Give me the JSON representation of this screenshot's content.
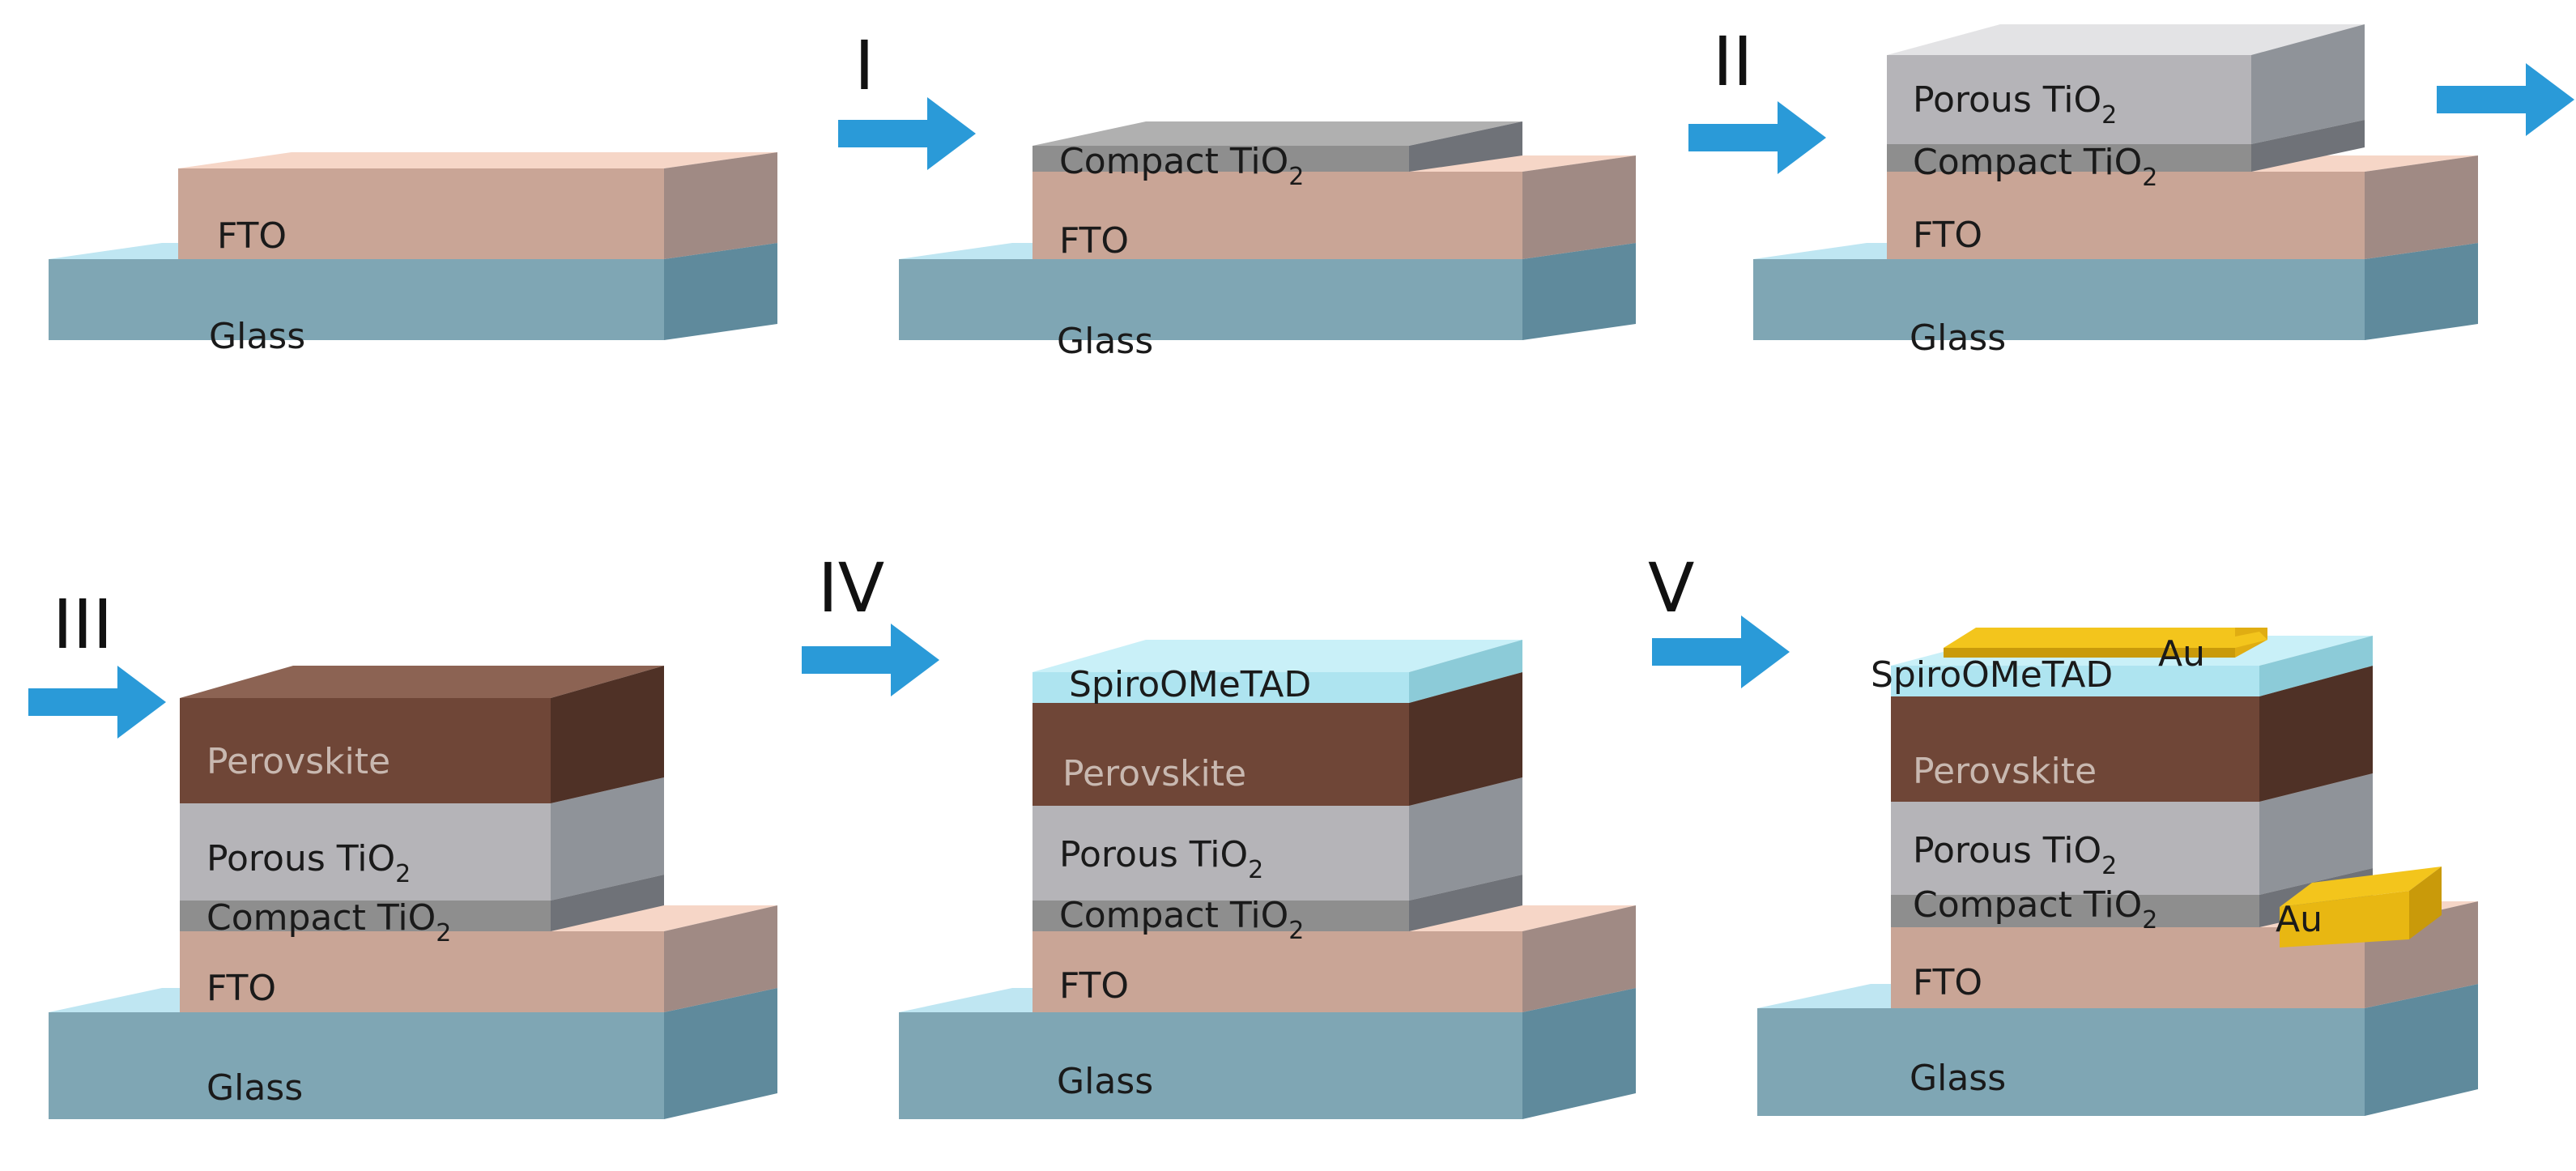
{
  "steps": [
    "I",
    "II",
    "III",
    "IV",
    "V"
  ],
  "layers": {
    "glass": "Glass",
    "fto": "FTO",
    "compact": "Compact TiO",
    "porous": "Porous TiO",
    "subscript": "2",
    "perovskite": "Perovskite",
    "spiro": "SpiroOMeTAD",
    "au": "Au"
  },
  "colors": {
    "glass_front": "#7fa6b4",
    "glass_top": "#bfe6f2",
    "glass_side": "#5f8a9c",
    "fto_front": "#c9a596",
    "fto_top": "#f6d6c7",
    "fto_side": "#a08a84",
    "compact_front": "#8e8e8e",
    "compact_top": "#b0b0b0",
    "compact_side": "#6f7278",
    "porous_front": "#b5b4b8",
    "porous_top": "#e3e3e5",
    "porous_side": "#8f9399",
    "perovskite_front": "#6f4637",
    "perovskite_top": "#8c6353",
    "perovskite_side": "#4f3126",
    "spiro_front": "#aee4f0",
    "spiro_top": "#c9f0f8",
    "gold": "#f3c51c",
    "gold_dark": "#c99a0a",
    "arrow": "#2a9ad8"
  },
  "icons": [
    "right-arrow-icon"
  ]
}
